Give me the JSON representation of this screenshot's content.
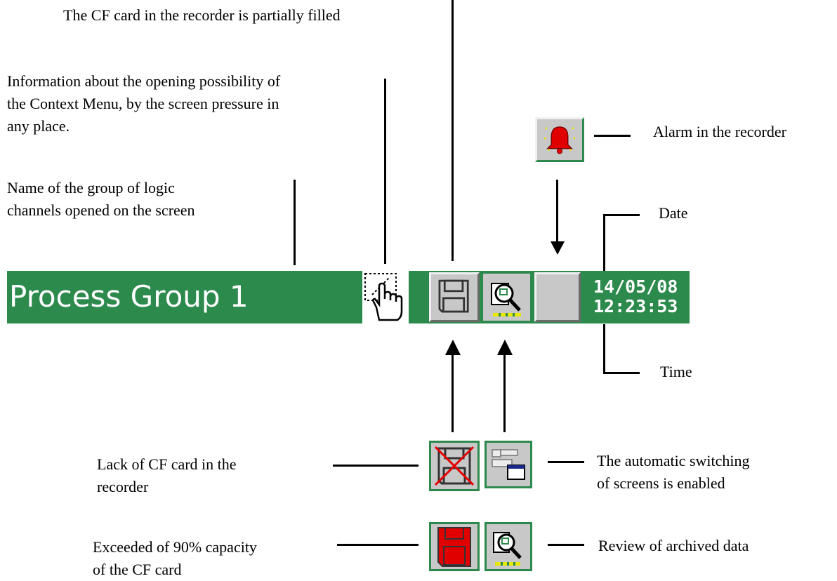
{
  "annotations": {
    "cf_partial": "The CF card in the recorder is partially filled",
    "context_menu": "Information about the opening possibility of\nthe Context Menu, by the screen pressure in\nany place.",
    "alarm": "Alarm in the recorder",
    "group_name": "Name of the group of logic\nchannels opened on the screen",
    "date": "Date",
    "time": "Time",
    "no_cf": "Lack of CF card in the\nrecorder",
    "auto_switch": "The automatic switching\nof screens is enabled",
    "cf_90": "Exceeded of 90% capacity\nof the CF card",
    "review": "Review of archived data"
  },
  "statusbar": {
    "group_name": "Process Group 1",
    "date": "14/05/08",
    "time": "12:23:53"
  },
  "icons": {
    "touch": "hand-pointer-icon",
    "cf_partial": "floppy-disk-icon",
    "review": "magnifier-review-icon",
    "alarm_slot": "alarm-slot-empty",
    "alarm": "bell-icon",
    "no_cf": "floppy-crossed-icon",
    "auto_switch": "screen-switch-icon",
    "cf_90": "floppy-red-icon",
    "review_small": "magnifier-review-icon"
  },
  "colors": {
    "bar": "#2c8a4d",
    "alarm_red": "#e00000",
    "cross_red": "#e60000",
    "progress": "#e8e800"
  }
}
